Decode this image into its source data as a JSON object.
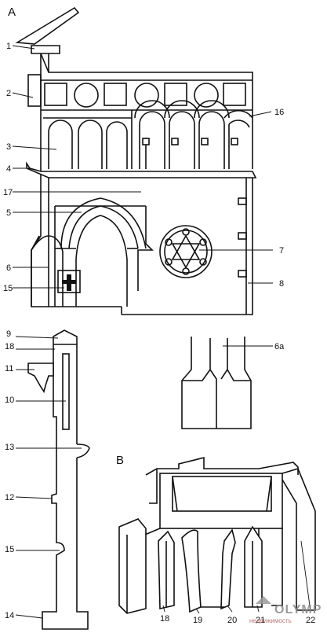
{
  "section_labels": {
    "a": "A",
    "b": "B"
  },
  "callouts_a": [
    "1",
    "2",
    "3",
    "4",
    "17",
    "5",
    "6",
    "15",
    "16",
    "7",
    "8",
    "6a"
  ],
  "callouts_profile": [
    "9",
    "18",
    "11",
    "10",
    "13",
    "12",
    "15",
    "14"
  ],
  "callouts_b": [
    "18",
    "19",
    "20",
    "21",
    "22"
  ],
  "watermark": {
    "brand": "OLYMP",
    "tagline": "недвижимость"
  }
}
